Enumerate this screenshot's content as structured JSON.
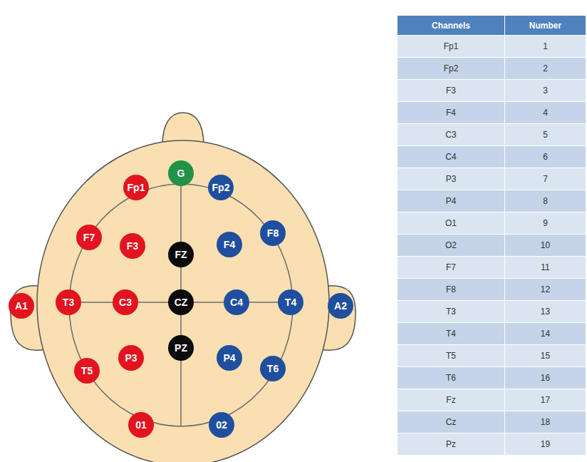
{
  "diagram": {
    "nodes": [
      {
        "text": [
          "Fp1"
        ]
      },
      {
        "text": [
          "G"
        ]
      },
      {
        "text": [
          "Fp2"
        ]
      },
      {
        "text": [
          "F7"
        ]
      },
      {
        "text": [
          "F3"
        ]
      },
      {
        "text": [
          "FZ"
        ]
      },
      {
        "text": [
          "F4"
        ]
      },
      {
        "text": [
          "F8"
        ]
      },
      {
        "text": [
          "A1"
        ]
      },
      {
        "text": [
          "T3"
        ]
      },
      {
        "text": [
          "C3"
        ]
      },
      {
        "text": [
          "CZ"
        ]
      },
      {
        "text": [
          "C4"
        ]
      },
      {
        "text": [
          "T4"
        ]
      },
      {
        "text": [
          "A2"
        ]
      },
      {
        "text": [
          "T5"
        ]
      },
      {
        "text": [
          "P3"
        ]
      },
      {
        "text": [
          "PZ"
        ]
      },
      {
        "text": [
          "P4"
        ]
      },
      {
        "text": [
          "T6"
        ]
      },
      {
        "text": [
          "01"
        ]
      },
      {
        "text": [
          "02"
        ]
      }
    ],
    "labels": [
      "Channels",
      "Number",
      "Fp1",
      "1",
      "Fp2",
      "2",
      "F3",
      "3",
      "F4",
      "4",
      "C3",
      "5",
      "C4",
      "6",
      "P3",
      "7",
      "P4",
      "8",
      "O1",
      "9",
      "O2",
      "10",
      "F7",
      "11",
      "F8",
      "12",
      "T3",
      "13",
      "T4",
      "14",
      "T5",
      "15",
      "T6",
      "16",
      "Fz",
      "17",
      "Cz",
      "18",
      "Pz",
      "19"
    ]
  }
}
